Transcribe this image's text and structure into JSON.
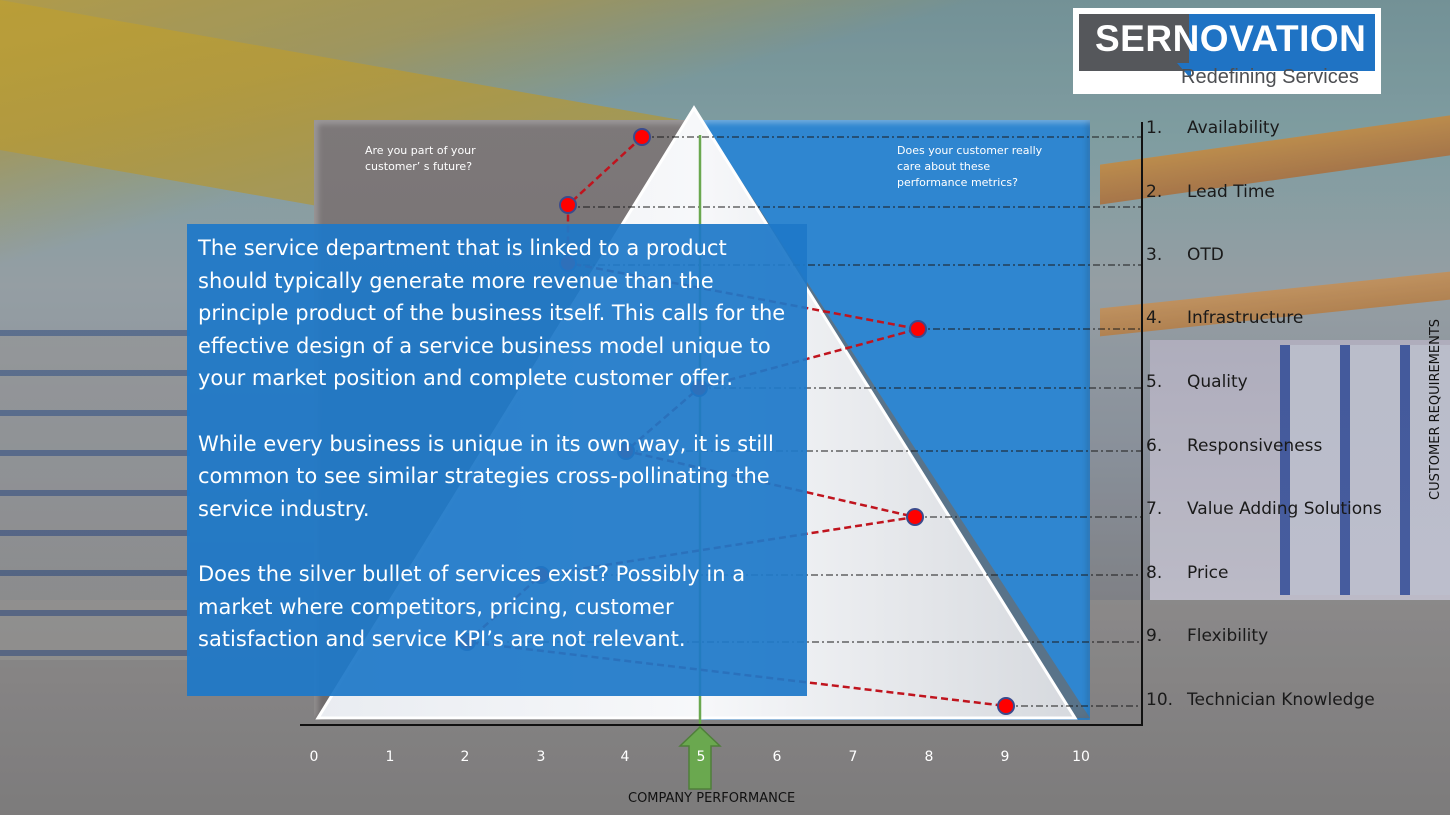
{
  "logo": {
    "wordmark": "SERNOVATION",
    "tagline": "Redefining Services"
  },
  "panels": {
    "left_question": "Are you part of your customer’ s  future?",
    "right_question": "Does your customer really care about these performance metrics?"
  },
  "textbox": {
    "paragraphs": [
      "The service department that is linked to a product should typically generate more revenue than the principle product of the business itself. This calls for the effective design of a service business model unique to your market position and complete customer offer.",
      "While every business is unique in its own way, it is still common to see similar strategies cross-pollinating the service industry.",
      "Does the silver bullet of services exist? Possibly in a market where competitors, pricing, customer satisfaction and service KPI’s are not relevant."
    ]
  },
  "requirements": [
    {
      "num": "1.",
      "label": "Availability"
    },
    {
      "num": "2.",
      "label": "Lead Time"
    },
    {
      "num": "3.",
      "label": "OTD"
    },
    {
      "num": "4.",
      "label": "Infrastructure"
    },
    {
      "num": "5.",
      "label": "Quality"
    },
    {
      "num": "6.",
      "label": "Responsiveness"
    },
    {
      "num": "7.",
      "label": "Value Adding Solutions"
    },
    {
      "num": "8.",
      "label": "Price"
    },
    {
      "num": "9.",
      "label": "Flexibility"
    },
    {
      "num": "10.",
      "label": "Technician Knowledge"
    }
  ],
  "axis": {
    "x_ticks": [
      "0",
      "1",
      "2",
      "3",
      "4",
      "5",
      "6",
      "7",
      "8",
      "9",
      "10"
    ],
    "x_label": "COMPANY PERFORMANCE",
    "y_label": "CUSTOMER REQUIREMENTS",
    "benchmark_value": 5
  },
  "colors": {
    "series_line": "#c0141e",
    "point_fill": "#ff0000",
    "point_stroke": "#3b4a8c",
    "benchmark": "#6aa84f",
    "blue_panel": "#2f86d0",
    "grey_panel": "#7a7576",
    "textbox": "#1e78c8"
  },
  "chart_data": {
    "type": "line",
    "title": "",
    "orientation": "horizontal-profile",
    "xlabel": "COMPANY PERFORMANCE",
    "ylabel": "CUSTOMER REQUIREMENTS",
    "xlim": [
      0,
      10
    ],
    "x_ticks": [
      0,
      1,
      2,
      3,
      4,
      5,
      6,
      7,
      8,
      9,
      10
    ],
    "categories": [
      "Availability",
      "Lead Time",
      "OTD",
      "Infrastructure",
      "Quality",
      "Responsiveness",
      "Value Adding Solutions",
      "Price",
      "Flexibility",
      "Technician Knowledge"
    ],
    "series": [
      {
        "name": "Company performance",
        "values": [
          4.3,
          3.3,
          3.3,
          7.9,
          5.0,
          4.1,
          7.8,
          3.0,
          2.0,
          9.0
        ]
      }
    ],
    "reference_line": {
      "axis": "x",
      "value": 5,
      "label": "COMPANY PERFORMANCE"
    },
    "grid": "dash-dot horizontal guides per requirement",
    "legend": "none"
  }
}
